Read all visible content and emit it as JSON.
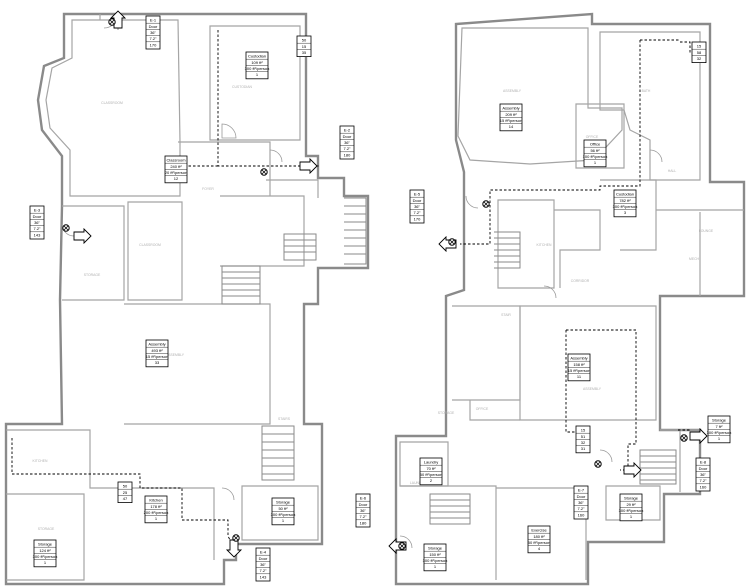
{
  "plan": {
    "left_floor": {
      "room_tags": [
        {
          "id": "L1",
          "lines": [
            "Custodian",
            "109 ft²",
            "300 ft²/person",
            "1"
          ]
        },
        {
          "id": "L2",
          "lines": [
            "Classroom",
            "240 ft²",
            "20 ft²/person",
            "12"
          ]
        },
        {
          "id": "L3",
          "lines": [
            "Assembly",
            "493 ft²",
            "15 ft²/person",
            "33"
          ]
        },
        {
          "id": "L4",
          "lines": [
            "Kitchen",
            "178 ft²",
            "200 ft²/person",
            "1"
          ]
        },
        {
          "id": "L5",
          "lines": [
            "Storage",
            "50 ft²",
            "300 ft²/person",
            "1"
          ]
        },
        {
          "id": "L6",
          "lines": [
            "Storage",
            "124 ft²",
            "300 ft²/person",
            "1"
          ]
        }
      ],
      "exit_tags": [
        {
          "id": "LE1",
          "lines": [
            "E-1",
            "Door",
            "36\"",
            "7.2\"",
            "170"
          ]
        },
        {
          "id": "LE2",
          "lines": [
            "E-2",
            "Door",
            "36\"",
            "7.2\"",
            "180"
          ]
        },
        {
          "id": "LE3",
          "lines": [
            "E-3",
            "Door",
            "36\"",
            "7.2\"",
            "143"
          ]
        },
        {
          "id": "LE4",
          "lines": [
            "E-4",
            "Door",
            "36\"",
            "7.2\"",
            "143"
          ]
        }
      ],
      "small_tags": [
        {
          "id": "LS1",
          "lines": [
            "50",
            "15",
            "35"
          ]
        },
        {
          "id": "LS2",
          "lines": [
            "50",
            "25",
            "47"
          ]
        }
      ],
      "room_names": [
        "CLASSROOM",
        "CUSTODIAN",
        "FOYER",
        "CLASSROOM",
        "STORAGE",
        "ASSEMBLY",
        "STAIRS",
        "KITCHEN",
        "STORAGE",
        "STORAGE"
      ]
    },
    "right_floor": {
      "room_tags": [
        {
          "id": "R1",
          "lines": [
            "Assembly",
            "209 ft²",
            "15 ft²/person",
            "14"
          ]
        },
        {
          "id": "R2",
          "lines": [
            "Office",
            "56 ft²",
            "100 ft²/person",
            "1"
          ]
        },
        {
          "id": "R3",
          "lines": [
            "Custodian",
            "782 ft²",
            "300 ft²/person",
            "3"
          ]
        },
        {
          "id": "R4",
          "lines": [
            "Assembly",
            "158 ft²",
            "15 ft²/person",
            "11"
          ]
        },
        {
          "id": "R5",
          "lines": [
            "Storage",
            "7 ft²",
            "300 ft²/person",
            "1"
          ]
        },
        {
          "id": "R6",
          "lines": [
            "Laundry",
            "70 ft²",
            "50 ft²/person",
            "2"
          ]
        },
        {
          "id": "R7",
          "lines": [
            "Storage",
            "29 ft²",
            "300 ft²/person",
            "1"
          ]
        },
        {
          "id": "R8",
          "lines": [
            "Storage",
            "150 ft²",
            "300 ft²/person",
            "1"
          ]
        },
        {
          "id": "R9",
          "lines": [
            "Exercise",
            "180 ft²",
            "50 ft²/person",
            "4"
          ]
        }
      ],
      "exit_tags": [
        {
          "id": "RE1",
          "lines": [
            "E-5",
            "Door",
            "36\"",
            "7.2\"",
            "170"
          ]
        },
        {
          "id": "RE2",
          "lines": [
            "E-6",
            "Door",
            "36\"",
            "7.2\"",
            "180"
          ]
        },
        {
          "id": "RE3",
          "lines": [
            "E-7",
            "Door",
            "36\"",
            "7.2\"",
            "160"
          ]
        },
        {
          "id": "RE4",
          "lines": [
            "E-8",
            "Door",
            "36\"",
            "7.2\"",
            "160"
          ]
        }
      ],
      "small_tags": [
        {
          "id": "RS1",
          "lines": [
            "15",
            "58",
            "32"
          ]
        },
        {
          "id": "RS2",
          "lines": [
            "15",
            "51",
            "32",
            "31"
          ]
        }
      ],
      "room_names": [
        "ASSEMBLY",
        "OFFICE",
        "BATH",
        "HALL",
        "KITCHEN",
        "LOUNGE",
        "CORRIDOR",
        "STAIR",
        "ASSEMBLY",
        "LAUNDRY",
        "STORAGE",
        "EXERCISE",
        "STORAGE",
        "OFFICE",
        "MECH"
      ]
    }
  }
}
